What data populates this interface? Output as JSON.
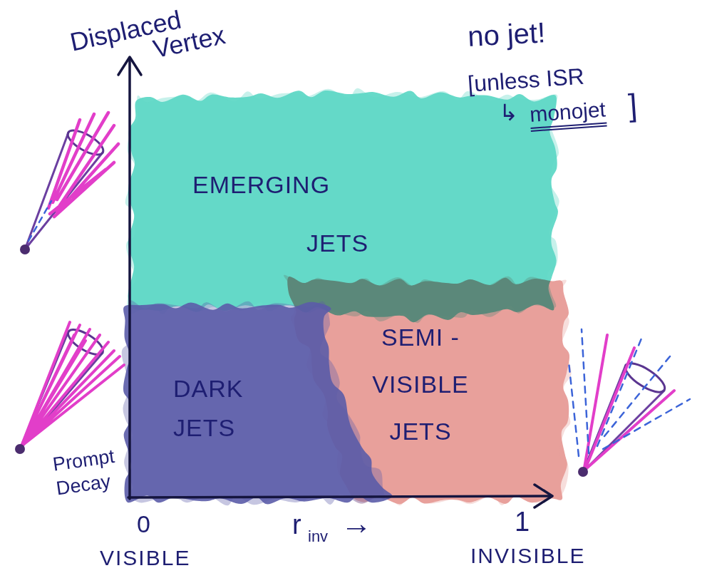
{
  "diagram": {
    "nodes": [
      {
        "text": [
          "EMERGING JETS"
        ]
      },
      {
        "text": [
          "DARK JETS"
        ]
      },
      {
        "text": [
          "SEMI - VISIBLE JETS"
        ]
      }
    ],
    "labels": [
      "Displaced Vertex",
      "no jet!",
      "[unless ISR",
      "↳",
      "monojet",
      "]",
      "Prompt Decay",
      "0",
      "VISIBLE",
      "r",
      "inv",
      "→",
      "1",
      "INVISIBLE"
    ]
  }
}
